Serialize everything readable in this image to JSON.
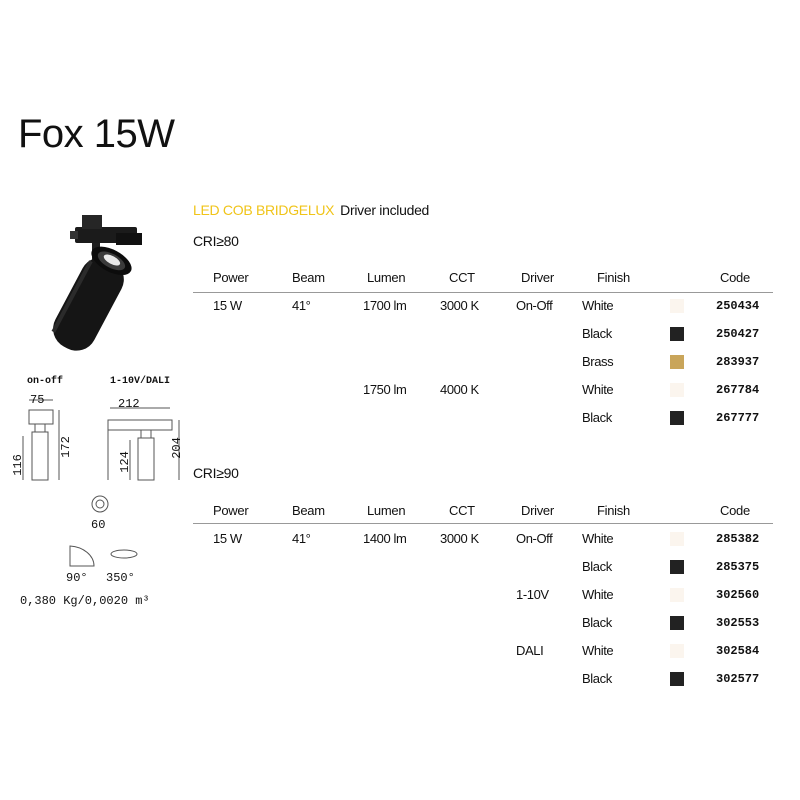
{
  "title": "Fox 15W",
  "features": {
    "source": "LED COB BRIDGELUX",
    "driver_note": "Driver included"
  },
  "colors": {
    "accent": "#f0c419",
    "black": "#222222",
    "white_swatch": "#fbf5ee",
    "brass": "#c9a55a",
    "rule": "#999999"
  },
  "dimensions": {
    "onoff_label": "on-off",
    "dali_label": "1-10V/DALI",
    "onoff_width": "75",
    "onoff_body": "116",
    "onoff_total": "172",
    "dali_width": "212",
    "dali_body": "124",
    "dali_total": "204",
    "diameter": "60",
    "tilt": "90°",
    "rotation": "350°",
    "weight_volume": "0,380 Kg/0,0020 m³"
  },
  "headers": [
    "Power",
    "Beam",
    "Lumen",
    "CCT",
    "Driver",
    "Finish",
    "Code"
  ],
  "cri80": {
    "label": "CRI≥80",
    "rows": [
      {
        "power": "15 W",
        "beam": "41°",
        "lumen": "1700 lm",
        "cct": "3000 K",
        "driver": "On-Off",
        "finish": "White",
        "swatch": "#fbf5ee",
        "code": "250434"
      },
      {
        "power": "",
        "beam": "",
        "lumen": "",
        "cct": "",
        "driver": "",
        "finish": "Black",
        "swatch": "#222222",
        "code": "250427"
      },
      {
        "power": "",
        "beam": "",
        "lumen": "",
        "cct": "",
        "driver": "",
        "finish": "Brass",
        "swatch": "#c9a55a",
        "code": "283937"
      },
      {
        "power": "",
        "beam": "",
        "lumen": "1750 lm",
        "cct": "4000 K",
        "driver": "",
        "finish": "White",
        "swatch": "#fbf5ee",
        "code": "267784"
      },
      {
        "power": "",
        "beam": "",
        "lumen": "",
        "cct": "",
        "driver": "",
        "finish": "Black",
        "swatch": "#222222",
        "code": "267777"
      }
    ]
  },
  "cri90": {
    "label": "CRI≥90",
    "rows": [
      {
        "power": "15 W",
        "beam": "41°",
        "lumen": "1400 lm",
        "cct": "3000 K",
        "driver": "On-Off",
        "finish": "White",
        "swatch": "#fbf5ee",
        "code": "285382"
      },
      {
        "power": "",
        "beam": "",
        "lumen": "",
        "cct": "",
        "driver": "",
        "finish": "Black",
        "swatch": "#222222",
        "code": "285375"
      },
      {
        "power": "",
        "beam": "",
        "lumen": "",
        "cct": "",
        "driver": "1-10V",
        "finish": "White",
        "swatch": "#fbf5ee",
        "code": "302560"
      },
      {
        "power": "",
        "beam": "",
        "lumen": "",
        "cct": "",
        "driver": "",
        "finish": "Black",
        "swatch": "#222222",
        "code": "302553"
      },
      {
        "power": "",
        "beam": "",
        "lumen": "",
        "cct": "",
        "driver": "DALI",
        "finish": "White",
        "swatch": "#fbf5ee",
        "code": "302584"
      },
      {
        "power": "",
        "beam": "",
        "lumen": "",
        "cct": "",
        "driver": "",
        "finish": "Black",
        "swatch": "#222222",
        "code": "302577"
      }
    ]
  }
}
